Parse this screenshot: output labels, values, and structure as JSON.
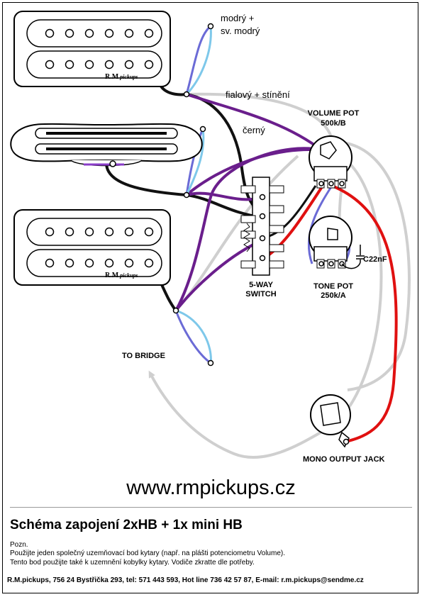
{
  "labels": {
    "modry": "modrý +",
    "sv_modry": "sv. modrý",
    "fialovy": "fialový + stínění",
    "cerny": "černý",
    "volume_pot": "VOLUME POT",
    "volume_value": "500k/B",
    "tone_pot": "TONE POT",
    "tone_value": "250k/A",
    "capacitor": "C22nF",
    "switch_1": "5-WAY",
    "switch_2": "SWITCH",
    "to_bridge": "TO BRIDGE",
    "jack": "MONO OUTPUT JACK",
    "brand_prefix": "R.M",
    "brand_suffix": "pickups"
  },
  "website": "www.rmpickups.cz",
  "title": "Schéma zapojení 2xHB + 1x mini HB",
  "notes": {
    "heading": "Pozn.",
    "line1": "Použijte jeden společný uzemňovací bod kytary (např. na plášti potenciometru Volume).",
    "line2": "Tento bod použijte také k uzemnění kobylky kytary. Vodiče  zkratte dle potřeby."
  },
  "contact": "R.M.pickups, 756 24 Bystřička 293, tel: 571 443 593, Hot line 736 42 57 87, E-mail: r.m.pickups@sendme.cz",
  "colors": {
    "purple": "#6a1e8c",
    "blue": "#6b6bd6",
    "light_blue": "#7ec8ea",
    "red": "#e01010",
    "gray": "#cfcfcf",
    "black": "#111111"
  }
}
